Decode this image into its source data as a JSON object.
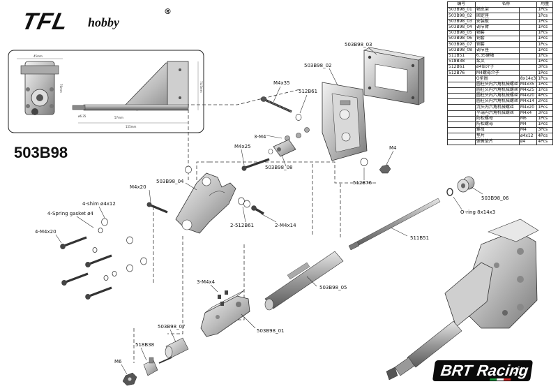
{
  "header": {
    "brand": "TFL",
    "brand_sub": "hobby",
    "registered": "®",
    "model": "503B98"
  },
  "bom": {
    "headers": [
      "编号",
      "名称",
      "用量"
    ],
    "rows": [
      {
        "code": "503B98_01",
        "name": "轴支架",
        "spec": "",
        "qty": "1Pcs"
      },
      {
        "code": "503B98_02",
        "name": "固定座",
        "spec": "",
        "qty": "1Pcs"
      },
      {
        "code": "503B98_03",
        "name": "安装板",
        "spec": "",
        "qty": "1Pcs"
      },
      {
        "code": "503B98_04",
        "name": "调节臂",
        "spec": "",
        "qty": "1Pcs"
      },
      {
        "code": "503B98_05",
        "name": "轴套",
        "spec": "",
        "qty": "1Pcs"
      },
      {
        "code": "503B98_06",
        "name": "铜套",
        "spec": "",
        "qty": "1Pcs"
      },
      {
        "code": "503B98_07",
        "name": "铜套",
        "spec": "",
        "qty": "1Pcs"
      },
      {
        "code": "503B98_08",
        "name": "调节座",
        "spec": "",
        "qty": "1Pcs"
      },
      {
        "code": "511B51",
        "name": "6.35硬轴",
        "spec": "",
        "qty": "1Pcs"
      },
      {
        "code": "518B38",
        "name": "桨叉",
        "spec": "",
        "qty": "1Pcs"
      },
      {
        "code": "512B61",
        "name": "ø4铝介子",
        "spec": "",
        "qty": "3Pcs"
      },
      {
        "code": "512B76",
        "name": "M4螺母介子",
        "spec": "",
        "qty": "1Pcs"
      },
      {
        "code": "",
        "name": "O型圈",
        "spec": "8x14x3",
        "qty": "1Pcs"
      },
      {
        "code": "",
        "name": "圆柱头内六角机械螺丝",
        "spec": "M4x35",
        "qty": "1Pcs"
      },
      {
        "code": "",
        "name": "圆柱头内六角机械螺丝",
        "spec": "M4x25",
        "qty": "1Pcs"
      },
      {
        "code": "",
        "name": "圆柱头内六角机械螺丝",
        "spec": "M4x20",
        "qty": "4Pcs"
      },
      {
        "code": "",
        "name": "圆柱头内六角机械螺丝",
        "spec": "M4x14",
        "qty": "2Pcs"
      },
      {
        "code": "",
        "name": "沉头内六角机械螺丝",
        "spec": "M4x20",
        "qty": "1Pcs"
      },
      {
        "code": "",
        "name": "平端内六角机械螺丝",
        "spec": "M4x4",
        "qty": "3Pcs"
      },
      {
        "code": "",
        "name": "防松螺母",
        "spec": "M6",
        "qty": "1Pcs"
      },
      {
        "code": "",
        "name": "防松螺母",
        "spec": "M4",
        "qty": "1Pcs"
      },
      {
        "code": "",
        "name": "螺母",
        "spec": "M4",
        "qty": "3Pcs"
      },
      {
        "code": "",
        "name": "垫片",
        "spec": "ø4x12",
        "qty": "4Pcs"
      },
      {
        "code": "",
        "name": "弹簧垫片",
        "spec": "ø4",
        "qty": "4Pcs"
      }
    ]
  },
  "callouts": {
    "c503B98_03": "503B98_03",
    "c503B98_02": "503B98_02",
    "m4x35": "M4x35",
    "c512B61": "512B61",
    "three_m4": "3-M4",
    "m4x25": "M4x25",
    "c503B98_08": "503B98_08",
    "m4": "M4",
    "c512B76": "512B76",
    "m4x20": "M4x20",
    "c503B98_04": "503B98_04",
    "shim": "4-shim ø4x12",
    "spring": "4-Spring gasket ø4",
    "four_m4x20": "4-M4x20",
    "two_512B61": "2-512B61",
    "two_m4x14": "2-M4x14",
    "c503B98_06": "503B98_06",
    "oring": "O-ring 8x14x3",
    "c511B51": "511B51",
    "three_m4x4": "3-M4x4",
    "c503B98_05": "503B98_05",
    "c503B98_07": "503B98_07",
    "c503B98_01": "503B98_01",
    "c518B38": "518B38",
    "m6": "M6"
  },
  "inset": {
    "dims": [
      "45mm",
      "70mm",
      "74.5mm",
      "57mm",
      "ø6.35",
      "155mm"
    ]
  },
  "watermark": {
    "part1": "BRT",
    "part2": "Racing",
    "part3": ".it",
    "flag_colors": [
      "#1a9b3c",
      "#ffffff",
      "#d62828"
    ]
  }
}
